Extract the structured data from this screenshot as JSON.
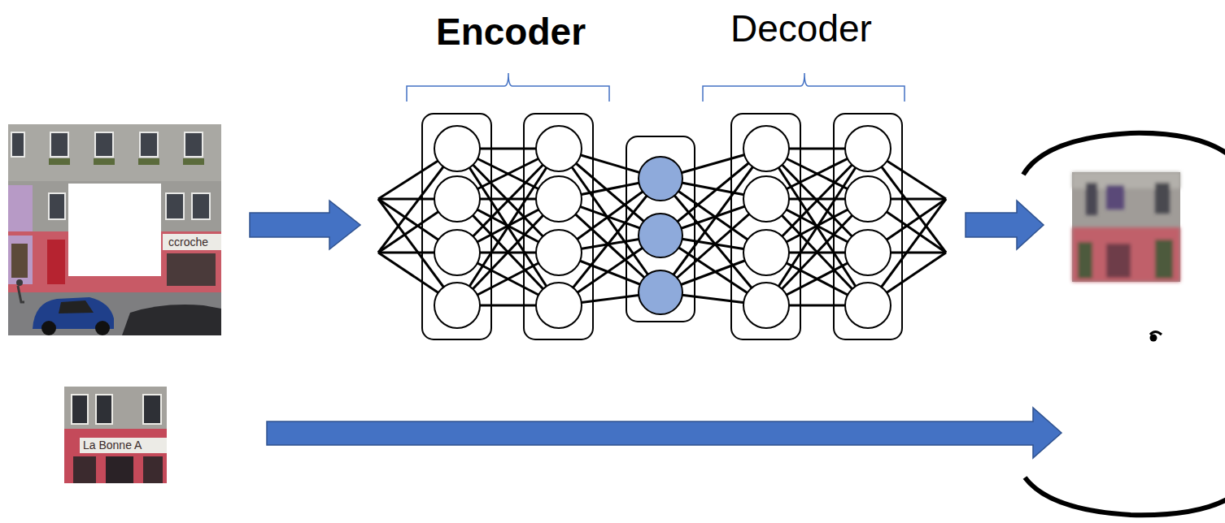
{
  "diagram": {
    "labels": [
      "Encoder",
      "Decoder",
      "ccroche",
      "La Bonne A"
    ]
  }
}
